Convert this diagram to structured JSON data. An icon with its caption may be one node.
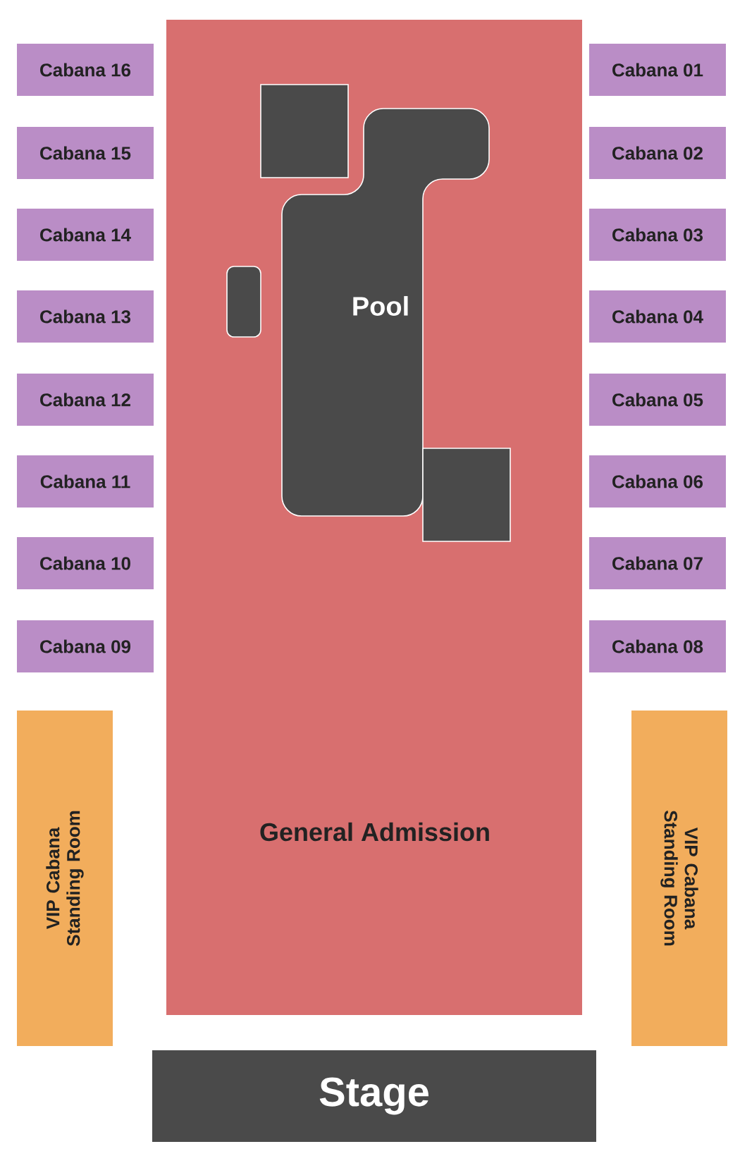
{
  "diagram": {
    "nodes": [
      {
        "text": [
          "Cabana 16"
        ]
      },
      {
        "text": [
          "General Admission"
        ]
      },
      {
        "text": [],
        "shape": "box",
        "in": 1
      },
      {
        "text": [
          "Pool"
        ],
        "in": 1
      },
      {
        "text": [],
        "shape": "bar",
        "in": 1
      },
      {
        "text": [],
        "shape": "box",
        "in": 1
      },
      {
        "text": [
          "Cabana 01"
        ]
      },
      {
        "text": [
          "Cabana 15"
        ]
      },
      {
        "text": [
          "Cabana 02"
        ]
      },
      {
        "text": [
          "Cabana 14"
        ]
      },
      {
        "text": [
          "Cabana 03"
        ]
      },
      {
        "text": [
          "Cabana 13"
        ]
      },
      {
        "text": [
          "Cabana 04"
        ]
      },
      {
        "text": [
          "Cabana 12"
        ]
      },
      {
        "text": [
          "Cabana 05"
        ]
      },
      {
        "text": [
          "Cabana 11"
        ]
      },
      {
        "text": [
          "Cabana 06"
        ]
      },
      {
        "text": [
          "Cabana 10"
        ]
      },
      {
        "text": [
          "Cabana 07"
        ]
      },
      {
        "text": [
          "Cabana 09"
        ]
      },
      {
        "text": [
          "Cabana 08"
        ]
      },
      {
        "text": [
          "VIP Cabana Standing Room"
        ]
      },
      {
        "text": [
          "VIP Cabana Standing Room"
        ]
      },
      {
        "text": [
          "Stage"
        ]
      }
    ]
  }
}
